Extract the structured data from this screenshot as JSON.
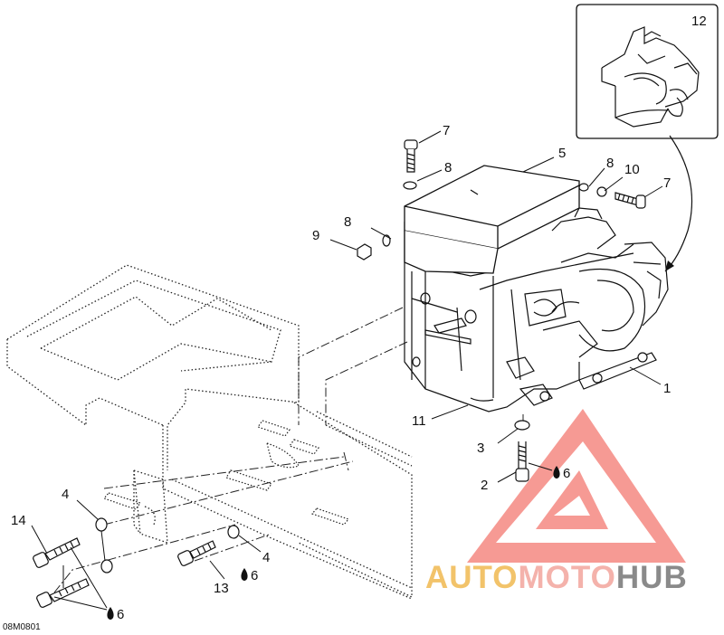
{
  "drawing_ref": "08M0801",
  "watermark": {
    "text_a": "AUTO",
    "text_b": "MOTO",
    "text_c": "HUB",
    "color_a": "#f2c36a",
    "color_b": "#f4b2ab",
    "color_c": "#8a8a8a",
    "triangle_color": "#f26b63"
  },
  "callouts": {
    "c1": "1",
    "c2": "2",
    "c3": "3",
    "c4a": "4",
    "c4b": "4",
    "c5": "5",
    "c6a": "6",
    "c6b": "6",
    "c6c": "6",
    "c7a": "7",
    "c7b": "7",
    "c8a": "8",
    "c8b": "8",
    "c8c": "8",
    "c9": "9",
    "c10": "10",
    "c11": "11",
    "c12": "12",
    "c13": "13",
    "c14": "14"
  }
}
